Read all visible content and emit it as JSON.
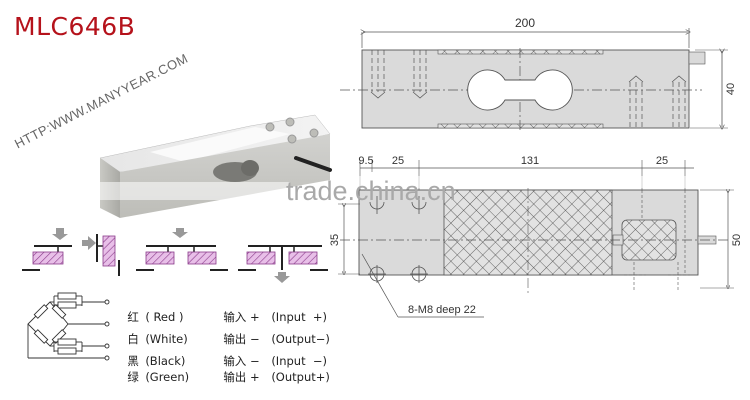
{
  "title": "MLC646B",
  "watermarks": {
    "diagonal": "HTTP:WWW.MANYYEAR.COM",
    "center": "trade.china.cn"
  },
  "drawing": {
    "top_view": {
      "length_dim": "200",
      "height_dim": "40"
    },
    "front_view": {
      "dims_top": [
        "9.5",
        "25",
        "131",
        "25"
      ],
      "left_dim": "35",
      "right_dim": "50",
      "callout": "8-M8 deep 22"
    }
  },
  "mounting_diagrams": {
    "count": 4,
    "hatch_color": "#d9a6d9",
    "arrow_color": "#999999"
  },
  "wiring": {
    "rows": [
      {
        "cn_color": "红",
        "en_color": "( Red )",
        "cn_func": "输入 +",
        "en_func": "(Input  +)"
      },
      {
        "cn_color": "白",
        "en_color": "(White)",
        "cn_func": "输出 −",
        "en_func": "(Output−)"
      },
      {
        "cn_color": "黑",
        "en_color": "(Black)",
        "cn_func": "输入 −",
        "en_func": "(Input  −)"
      },
      {
        "cn_color": "绿",
        "en_color": "(Green)",
        "cn_func": "输出 +",
        "en_func": "(Output+)"
      }
    ]
  },
  "colors": {
    "title": "#b5121b",
    "drawing_fill": "#dcdcdc",
    "line": "#555555"
  }
}
